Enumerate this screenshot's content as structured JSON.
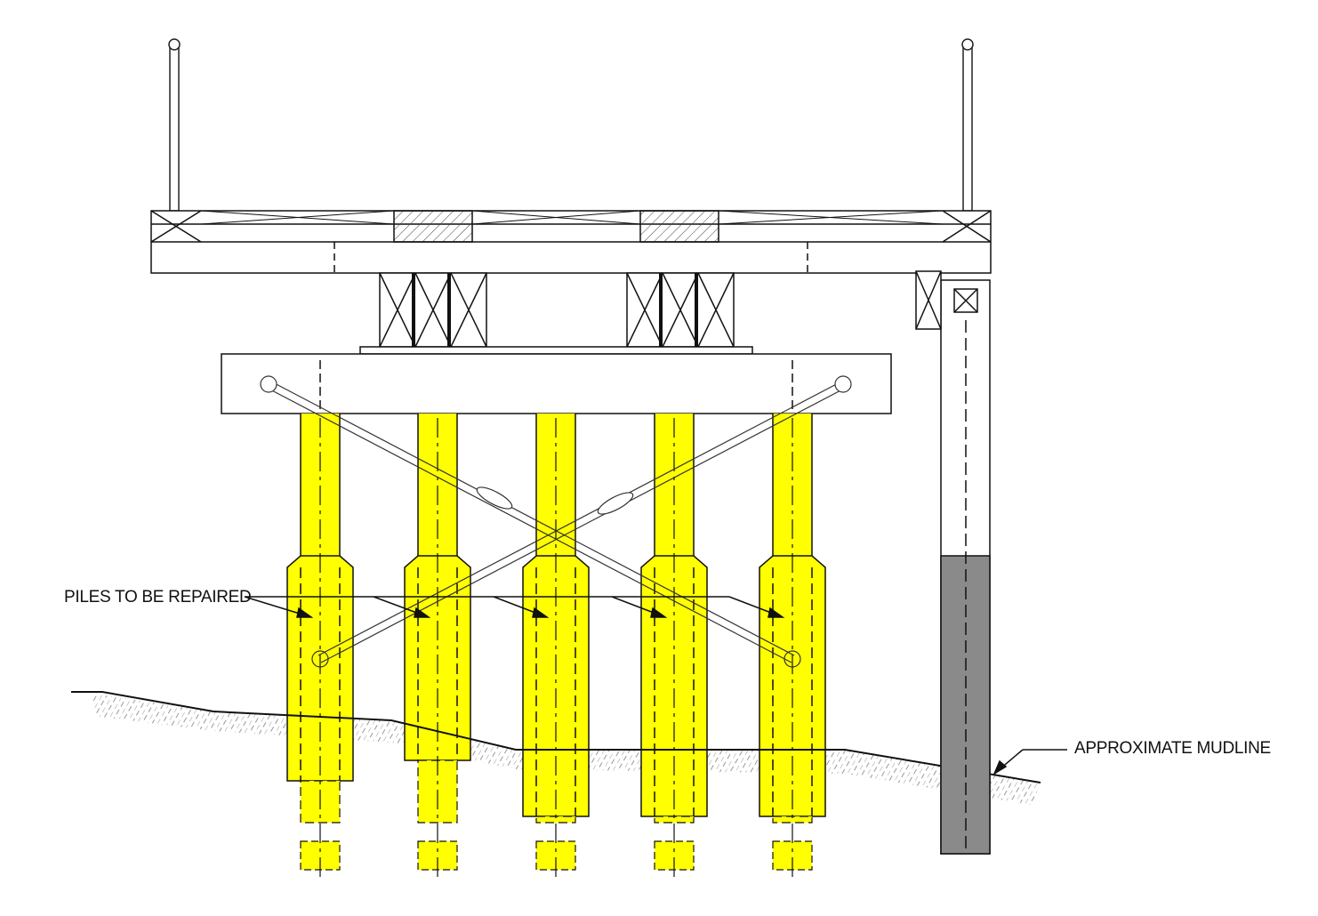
{
  "labels": {
    "piles": "PILES TO BE REPAIRED",
    "mudline": "APPROXIMATE MUDLINE"
  },
  "colors": {
    "repair_highlight": "#ffff00",
    "existing_pile": "#8a8a8a",
    "line": "#111111"
  },
  "piles_to_repair_count": 5
}
